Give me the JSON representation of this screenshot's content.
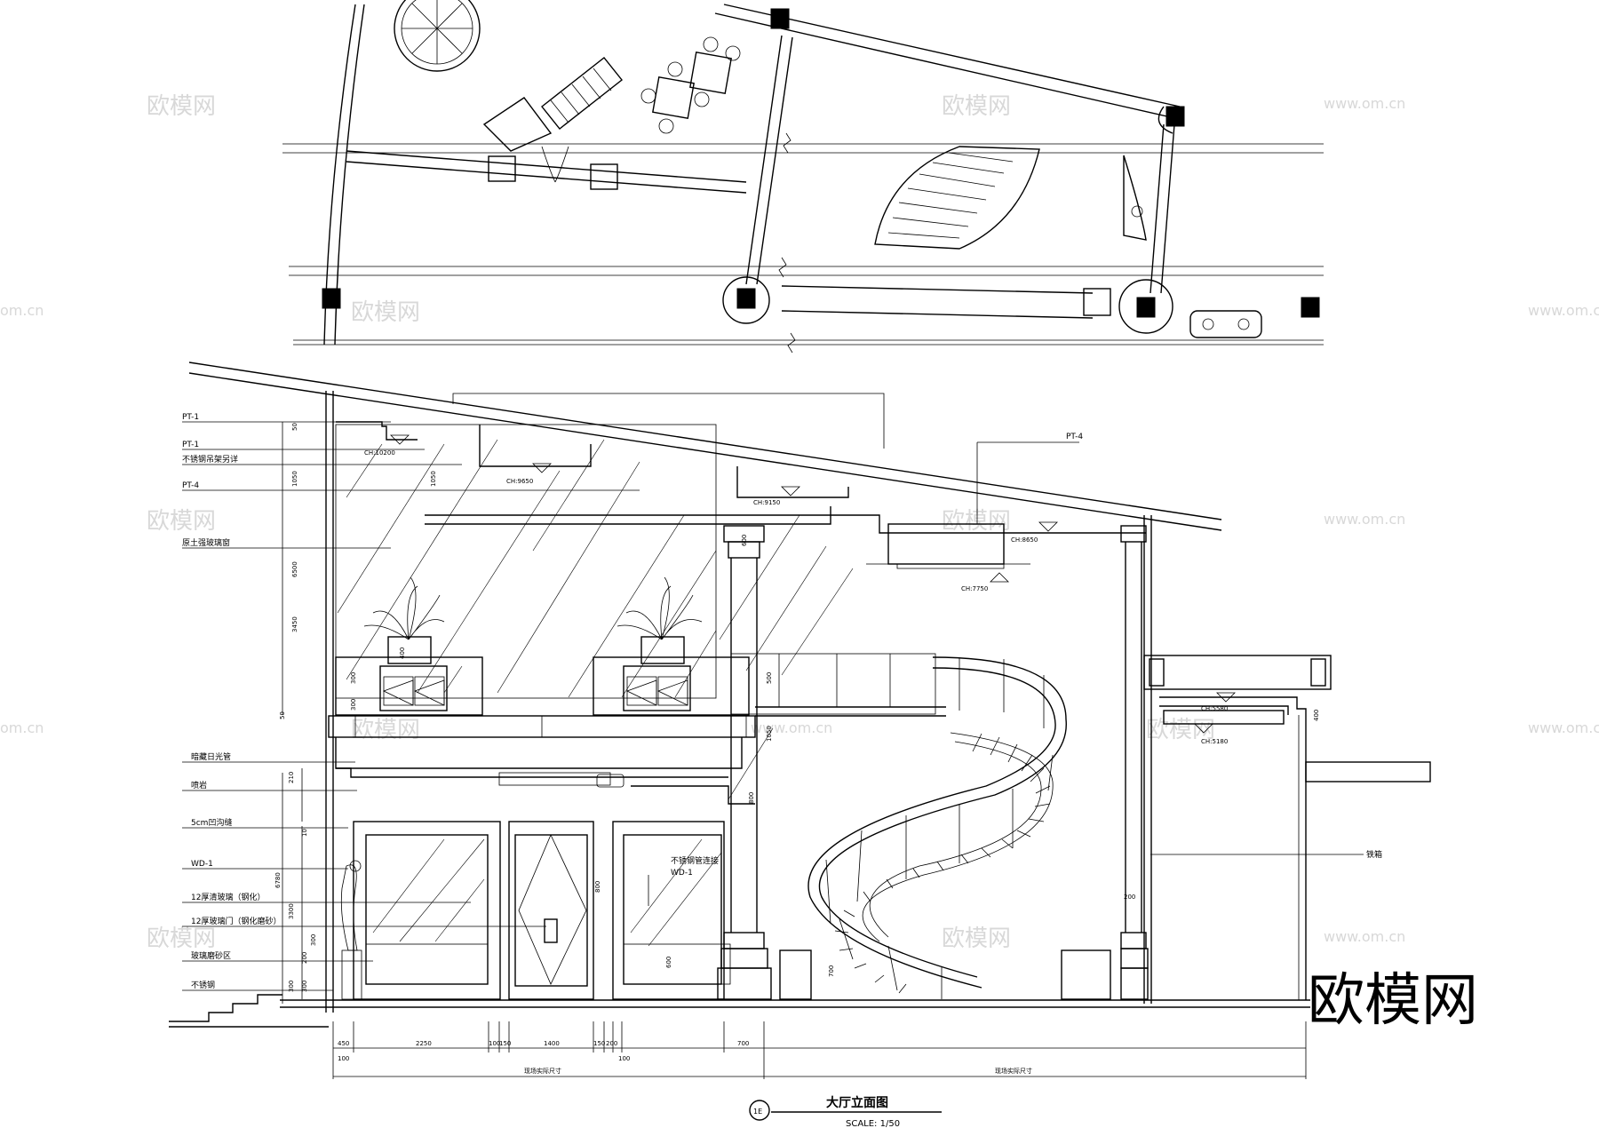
{
  "drawing": {
    "title": "大厅立面图",
    "scale": "SCALE: 1/50",
    "marker": "1E"
  },
  "labels": [
    "PT-1",
    "PT-1",
    "不锈钢吊架另详",
    "PT-4",
    "原土强玻璃窗",
    "暗藏日光管",
    "喷岩",
    "5cm凹沟缝",
    "WD-1",
    "12厚清玻璃（钢化）",
    "12厚玻璃门（钢化磨砂）",
    "玻璃磨砂区",
    "不锈钢"
  ],
  "callouts": {
    "pt4_right": "PT-4",
    "ss_tube": "不锈钢管连接",
    "wd1": "WD-1",
    "iron_box": "铁箱"
  },
  "ceiling_heights": [
    "CH:10200",
    "CH:9650",
    "CH:9150",
    "CH:8650",
    "CH:7750",
    "CH:5580",
    "CH:5180"
  ],
  "dimensions": {
    "vertical_left": [
      "50",
      "1050",
      "1050",
      "6500",
      "3450",
      "50",
      "300",
      "300",
      "210",
      "10",
      "6780",
      "3300",
      "200",
      "300",
      "300"
    ],
    "bottom": [
      "450",
      "100",
      "2250",
      "100",
      "150",
      "1400",
      "150",
      "200",
      "100",
      "700"
    ],
    "bottom_totals": [
      "现场实际尺寸",
      "现场实际尺寸"
    ],
    "misc": [
      "400",
      "500",
      "1050",
      "600",
      "700",
      "200",
      "400",
      "800",
      "600",
      "800",
      "300"
    ]
  },
  "watermarks": {
    "text": "欧模网",
    "site": "www.om.cn",
    "site_short": "om.cn",
    "brand": "欧模网"
  }
}
